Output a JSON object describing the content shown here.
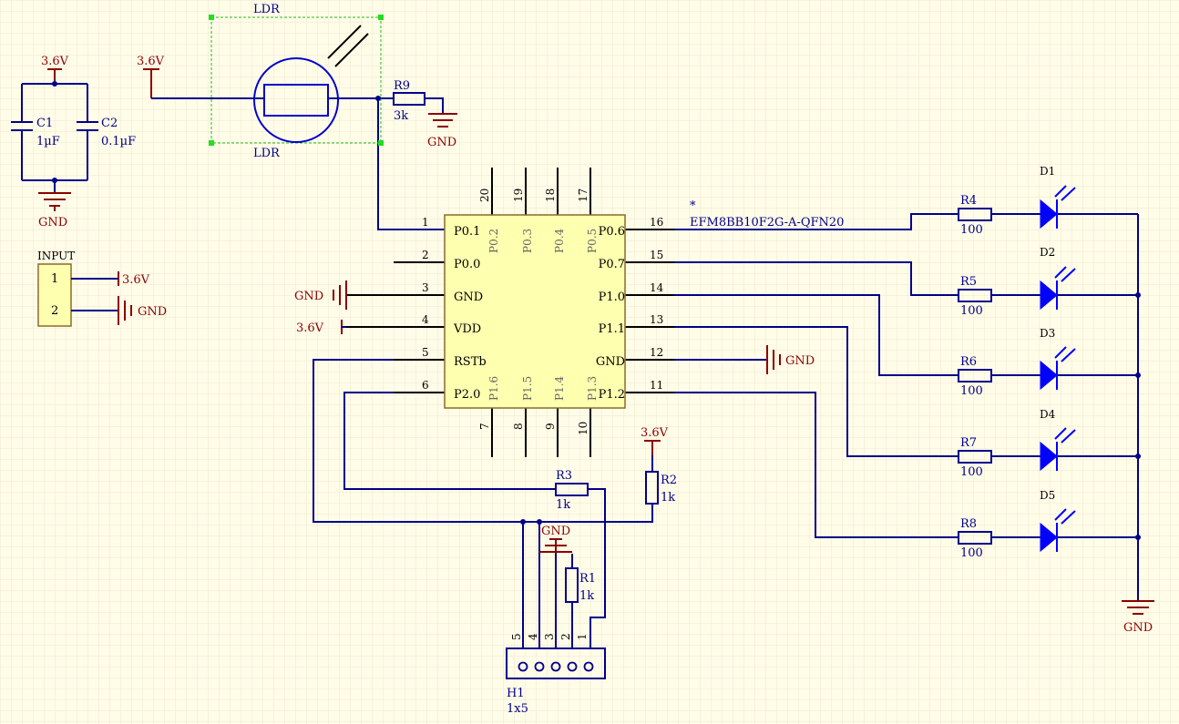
{
  "power": {
    "v": "3.6V",
    "gnd": "GND"
  },
  "ldr": {
    "label_top": "LDR",
    "label_bottom": "LDR"
  },
  "resistors": {
    "r9": {
      "ref": "R9",
      "value": "3k"
    },
    "r3": {
      "ref": "R3",
      "value": "1k"
    },
    "r2": {
      "ref": "R2",
      "value": "1k"
    },
    "r1": {
      "ref": "R1",
      "value": "1k"
    },
    "r4": {
      "ref": "R4",
      "value": "100"
    },
    "r5": {
      "ref": "R5",
      "value": "100"
    },
    "r6": {
      "ref": "R6",
      "value": "100"
    },
    "r7": {
      "ref": "R7",
      "value": "100"
    },
    "r8": {
      "ref": "R8",
      "value": "100"
    }
  },
  "capacitors": {
    "c1": {
      "ref": "C1",
      "value": "1µF"
    },
    "c2": {
      "ref": "C2",
      "value": "0.1µF"
    }
  },
  "leds": [
    "D1",
    "D2",
    "D3",
    "D4",
    "D5"
  ],
  "input_conn": {
    "title": "INPUT",
    "pins": [
      "1",
      "2"
    ]
  },
  "ic": {
    "star": "*",
    "part": "EFM8BB10F2G-A-QFN20",
    "left_pins": [
      {
        "num": "1",
        "name": "P0.1"
      },
      {
        "num": "2",
        "name": "P0.0"
      },
      {
        "num": "3",
        "name": "GND"
      },
      {
        "num": "4",
        "name": "VDD"
      },
      {
        "num": "5",
        "name": "RSTb"
      },
      {
        "num": "6",
        "name": "P2.0"
      }
    ],
    "right_pins": [
      {
        "num": "16",
        "name": "P0.6"
      },
      {
        "num": "15",
        "name": "P0.7"
      },
      {
        "num": "14",
        "name": "P1.0"
      },
      {
        "num": "13",
        "name": "P1.1"
      },
      {
        "num": "12",
        "name": "GND"
      },
      {
        "num": "11",
        "name": "P1.2"
      }
    ],
    "top_pins": [
      {
        "num": "20",
        "name": "P0.2"
      },
      {
        "num": "19",
        "name": "P0.3"
      },
      {
        "num": "18",
        "name": "P0.4"
      },
      {
        "num": "17",
        "name": "P0.5"
      }
    ],
    "bottom_pins": [
      {
        "num": "7",
        "name": "P1.6"
      },
      {
        "num": "8",
        "name": "P1.5"
      },
      {
        "num": "9",
        "name": "P1.4"
      },
      {
        "num": "10",
        "name": "P1.3"
      }
    ]
  },
  "header": {
    "ref": "H1",
    "value": "1x5",
    "pins": [
      "5",
      "4",
      "3",
      "2",
      "1"
    ]
  }
}
